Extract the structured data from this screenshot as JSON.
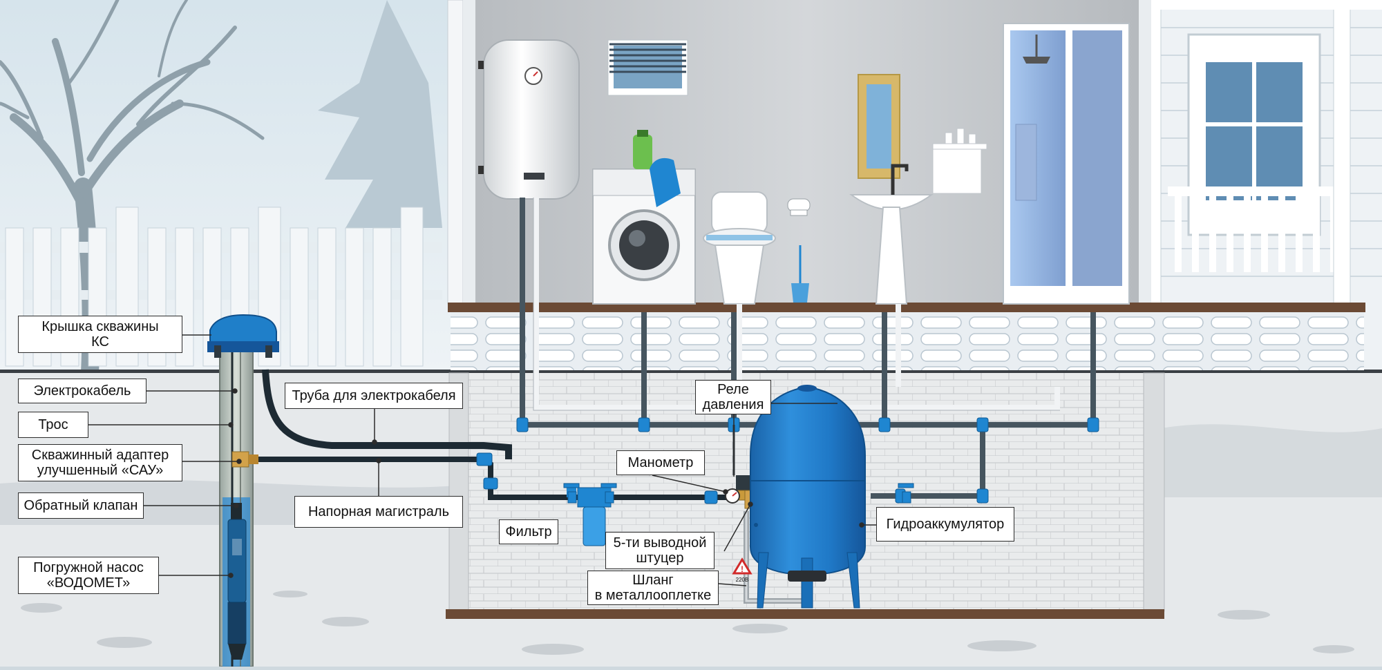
{
  "colors": {
    "tank_blue": "#1f7fc9",
    "pipe_dark": "#3a4a56",
    "pipe_white": "#f2f4f6",
    "floor_brown": "#6b4a35",
    "sky": "#dfe9ef",
    "wall_interior": "#c4c8cc"
  },
  "labels": {
    "well_cap": [
      "Крышка скважины",
      "КС"
    ],
    "electric_cable": "Электрокабель",
    "rope": "Трос",
    "well_adapter": [
      "Скважинный адаптер",
      "улучшенный «САУ»"
    ],
    "check_valve": "Обратный клапан",
    "submersible_pump": [
      "Погружной насос",
      "«ВОДОМЕТ»"
    ],
    "cable_pipe": "Труба для электрокабеля",
    "pressure_main": "Напорная магистраль",
    "pressure_relay": [
      "Реле",
      "давления"
    ],
    "manometer": "Манометр",
    "filter": "Фильтр",
    "five_way_fitting": [
      "5-ти выводной",
      "штуцер"
    ],
    "metal_hose": [
      "Шланг",
      "в металлооплетке"
    ],
    "accumulator": "Гидроаккумулятор"
  },
  "icons": {
    "warning": "warning-triangle-icon",
    "voltage_text": "220В"
  }
}
